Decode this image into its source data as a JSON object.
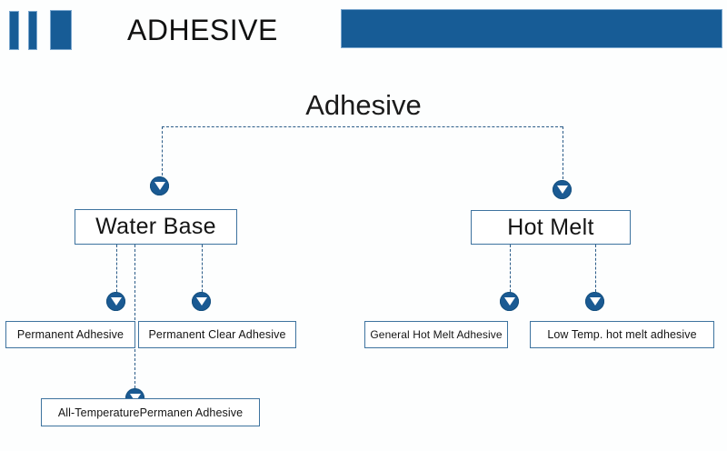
{
  "header": {
    "title": "ADHESIVE",
    "accent_color": "#175c96",
    "bars": [
      {
        "name": "header-bar-1"
      },
      {
        "name": "header-bar-2"
      },
      {
        "name": "header-bar-3"
      },
      {
        "name": "header-bar-right"
      }
    ]
  },
  "diagram": {
    "root": {
      "label": "Adhesive"
    },
    "branches": [
      {
        "label": "Water Base",
        "children": [
          {
            "label": "Permanent Adhesive"
          },
          {
            "label": "Permanent Clear Adhesive"
          },
          {
            "label": "All-TemperaturePermanen Adhesive"
          }
        ]
      },
      {
        "label": "Hot Melt",
        "children": [
          {
            "label": "General Hot Melt Adhesive"
          },
          {
            "label": "Low Temp. hot melt adhesive"
          }
        ]
      }
    ],
    "connector_color": "#2b5c88",
    "node_border_color": "#3e739f",
    "arrow_color": "#1a5a93"
  }
}
